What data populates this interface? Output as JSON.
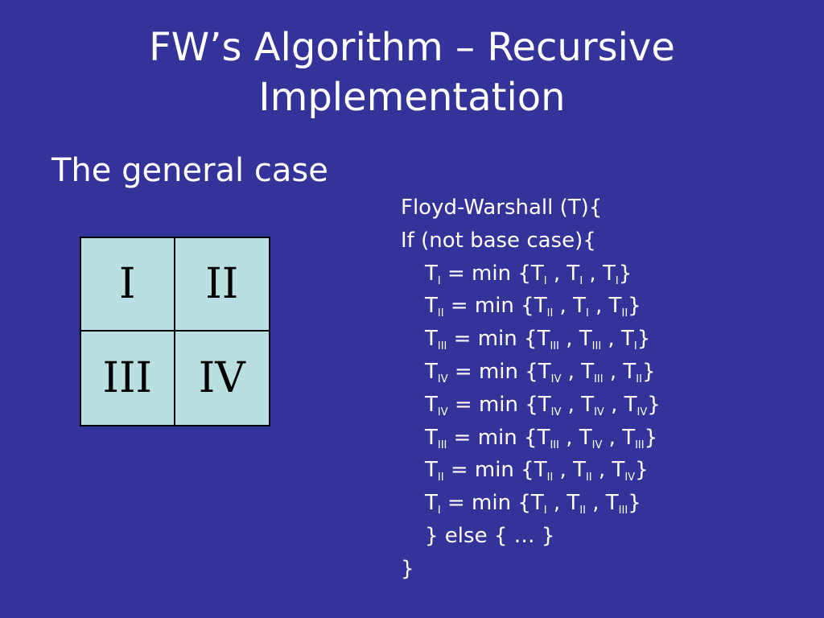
{
  "title": {
    "line1": "FW’s Algorithm – Recursive",
    "line2": "Implementation"
  },
  "subtitle": "The general case",
  "matrix": {
    "quadrants": [
      "I",
      "II",
      "III",
      "IV"
    ]
  },
  "code": {
    "header": "Floyd-Warshall (T){",
    "if_line": "If (not base case){",
    "statements": [
      {
        "target": "I",
        "args": [
          "I",
          "I",
          "I"
        ]
      },
      {
        "target": "II",
        "args": [
          "II",
          "I",
          "II"
        ]
      },
      {
        "target": "III",
        "args": [
          "III",
          "III",
          "I"
        ]
      },
      {
        "target": "IV",
        "args": [
          "IV",
          "III",
          "II"
        ]
      },
      {
        "target": "IV",
        "args": [
          "IV",
          "IV",
          "IV"
        ]
      },
      {
        "target": "III",
        "args": [
          "III",
          "IV",
          "III"
        ]
      },
      {
        "target": "II",
        "args": [
          "II",
          "II",
          "IV"
        ]
      },
      {
        "target": "I",
        "args": [
          "I",
          "II",
          "III"
        ]
      }
    ],
    "else_line": "} else { … }",
    "close": "}"
  }
}
